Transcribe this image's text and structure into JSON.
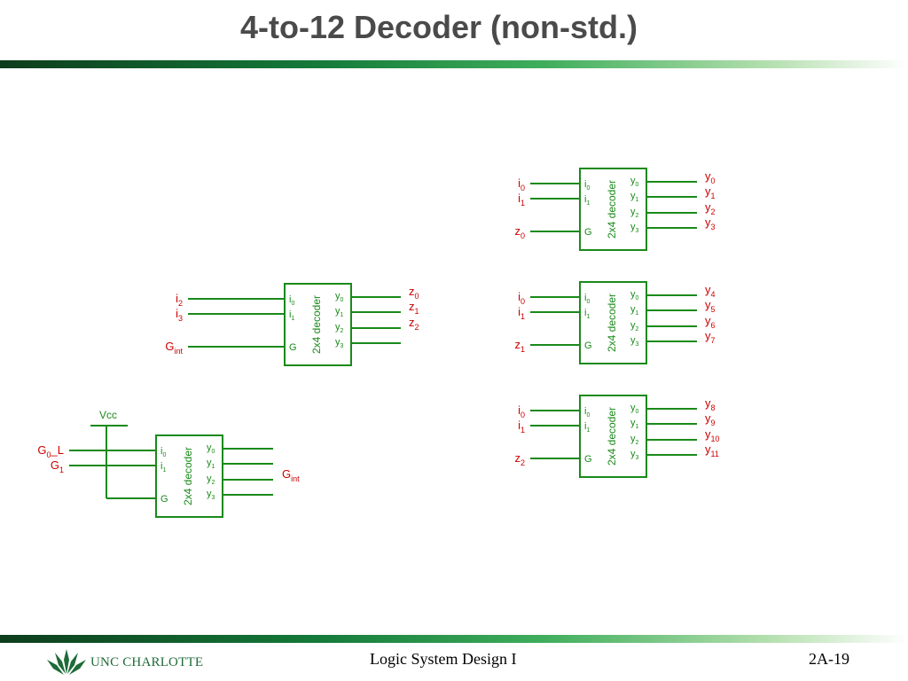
{
  "slide": {
    "title": "4-to-12 Decoder (non-std.)",
    "footer_center": "Logic System Design I",
    "footer_right": "2A-19",
    "logo_text": "UNC CHARLOTTE"
  },
  "colors": {
    "wire": "#1a8a1a",
    "signal_label": "#cc0000",
    "box_label": "#1a8a1a",
    "title": "#4a4a4a"
  },
  "diagram": {
    "decoder_label": "2x4 decoder",
    "ports_in": [
      {
        "base": "i",
        "sub": "0"
      },
      {
        "base": "i",
        "sub": "1"
      },
      {
        "base": "G",
        "sub": ""
      }
    ],
    "ports_out": [
      {
        "base": "y",
        "sub": "0"
      },
      {
        "base": "y",
        "sub": "1"
      },
      {
        "base": "y",
        "sub": "2"
      },
      {
        "base": "y",
        "sub": "3"
      }
    ],
    "decoders": [
      {
        "id": "dec-enable",
        "inputs": [
          {
            "base": "G",
            "sub": "0",
            "suffix": "_L"
          },
          {
            "base": "G",
            "sub": "1",
            "suffix": ""
          }
        ],
        "enable": {
          "base": "Vcc",
          "sub": "",
          "suffix": ""
        },
        "outputs": [
          null,
          null,
          {
            "base": "G",
            "sub": "int",
            "suffix": ""
          },
          null
        ]
      },
      {
        "id": "dec-z",
        "inputs": [
          {
            "base": "i",
            "sub": "2",
            "suffix": ""
          },
          {
            "base": "i",
            "sub": "3",
            "suffix": ""
          }
        ],
        "enable": {
          "base": "G",
          "sub": "int",
          "suffix": ""
        },
        "outputs": [
          {
            "base": "z",
            "sub": "0",
            "suffix": ""
          },
          {
            "base": "z",
            "sub": "1",
            "suffix": ""
          },
          {
            "base": "z",
            "sub": "2",
            "suffix": ""
          },
          null
        ]
      },
      {
        "id": "dec-y0",
        "inputs": [
          {
            "base": "i",
            "sub": "0",
            "suffix": ""
          },
          {
            "base": "i",
            "sub": "1",
            "suffix": ""
          }
        ],
        "enable": {
          "base": "z",
          "sub": "0",
          "suffix": ""
        },
        "outputs": [
          {
            "base": "y",
            "sub": "0",
            "suffix": ""
          },
          {
            "base": "y",
            "sub": "1",
            "suffix": ""
          },
          {
            "base": "y",
            "sub": "2",
            "suffix": ""
          },
          {
            "base": "y",
            "sub": "3",
            "suffix": ""
          }
        ]
      },
      {
        "id": "dec-y4",
        "inputs": [
          {
            "base": "i",
            "sub": "0",
            "suffix": ""
          },
          {
            "base": "i",
            "sub": "1",
            "suffix": ""
          }
        ],
        "enable": {
          "base": "z",
          "sub": "1",
          "suffix": ""
        },
        "outputs": [
          {
            "base": "y",
            "sub": "4",
            "suffix": ""
          },
          {
            "base": "y",
            "sub": "5",
            "suffix": ""
          },
          {
            "base": "y",
            "sub": "6",
            "suffix": ""
          },
          {
            "base": "y",
            "sub": "7",
            "suffix": ""
          }
        ]
      },
      {
        "id": "dec-y8",
        "inputs": [
          {
            "base": "i",
            "sub": "0",
            "suffix": ""
          },
          {
            "base": "i",
            "sub": "1",
            "suffix": ""
          }
        ],
        "enable": {
          "base": "z",
          "sub": "2",
          "suffix": ""
        },
        "outputs": [
          {
            "base": "y",
            "sub": "8",
            "suffix": ""
          },
          {
            "base": "y",
            "sub": "9",
            "suffix": ""
          },
          {
            "base": "y",
            "sub": "10",
            "suffix": ""
          },
          {
            "base": "y",
            "sub": "11",
            "suffix": ""
          }
        ]
      }
    ]
  }
}
